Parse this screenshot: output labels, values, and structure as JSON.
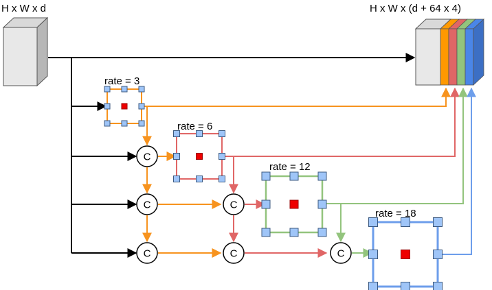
{
  "labels": {
    "input": "H x W x d",
    "output": "H x W x (d + 64 x 4)",
    "rate3": "rate = 3",
    "rate6": "rate = 6",
    "rate12": "rate = 12",
    "rate18": "rate = 18",
    "concat": "C"
  },
  "colors": {
    "orange": "#f7931e",
    "red": "#e06666",
    "green": "#93c47d",
    "blue": "#6d9eeb",
    "black": "#000000",
    "kernel_cell": "#9fc5f8",
    "kernel_center": "#ee0000",
    "cube_front": "#e8e8e8",
    "cube_top": "#d9d9d9",
    "cube_side": "#b7b7b7",
    "stack_orange": "#ff9900",
    "stack_red": "#e06666",
    "stack_green": "#93c47d",
    "stack_blue": "#4a86e8"
  }
}
